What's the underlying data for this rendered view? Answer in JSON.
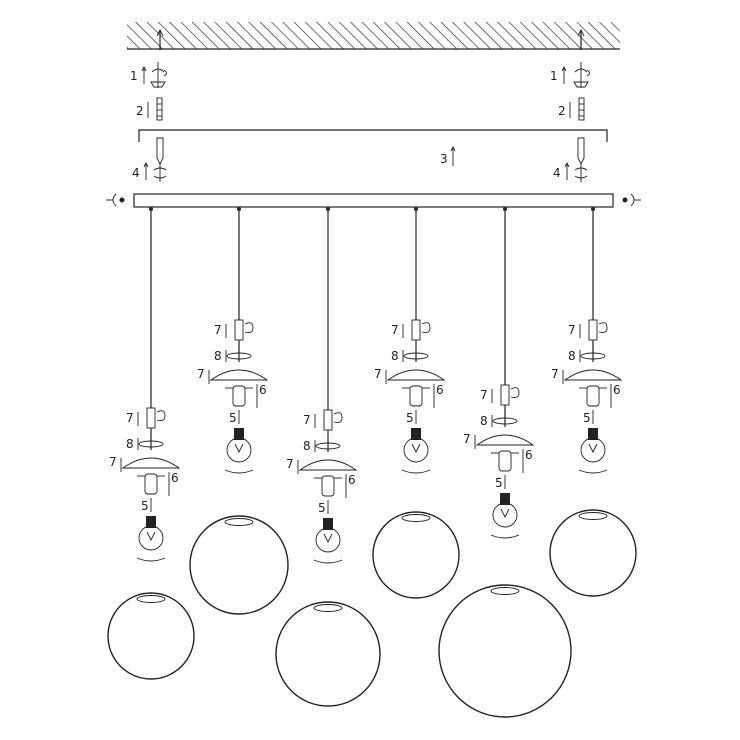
{
  "diagram": {
    "labels": {
      "step1": "1",
      "step2": "2",
      "step3": "3",
      "step4": "4",
      "step5": "5",
      "step6": "6",
      "step7": "7",
      "step8": "8"
    },
    "pendants": [
      {
        "id": "p1",
        "top_label": "7",
        "washer_label": "8",
        "shade_label": "7",
        "socket_label": "6",
        "bulb_label": "5",
        "globe_size": "small"
      },
      {
        "id": "p2",
        "top_label": "7",
        "washer_label": "8",
        "shade_label": "7",
        "socket_label": "6",
        "bulb_label": "5",
        "globe_size": "medium"
      },
      {
        "id": "p3",
        "top_label": "7",
        "washer_label": "8",
        "shade_label": "7",
        "socket_label": "6",
        "bulb_label": "5",
        "globe_size": "medium"
      },
      {
        "id": "p4",
        "top_label": "7",
        "washer_label": "8",
        "shade_label": "7",
        "socket_label": "6",
        "bulb_label": "5",
        "globe_size": "small"
      },
      {
        "id": "p5",
        "top_label": "7",
        "washer_label": "8",
        "shade_label": "7",
        "socket_label": "6",
        "bulb_label": "5",
        "globe_size": "large"
      },
      {
        "id": "p6",
        "top_label": "7",
        "washer_label": "8",
        "shade_label": "7",
        "socket_label": "6",
        "bulb_label": "5",
        "globe_size": "small"
      }
    ],
    "colors": {
      "line": "#222222",
      "background": "#ffffff"
    }
  }
}
